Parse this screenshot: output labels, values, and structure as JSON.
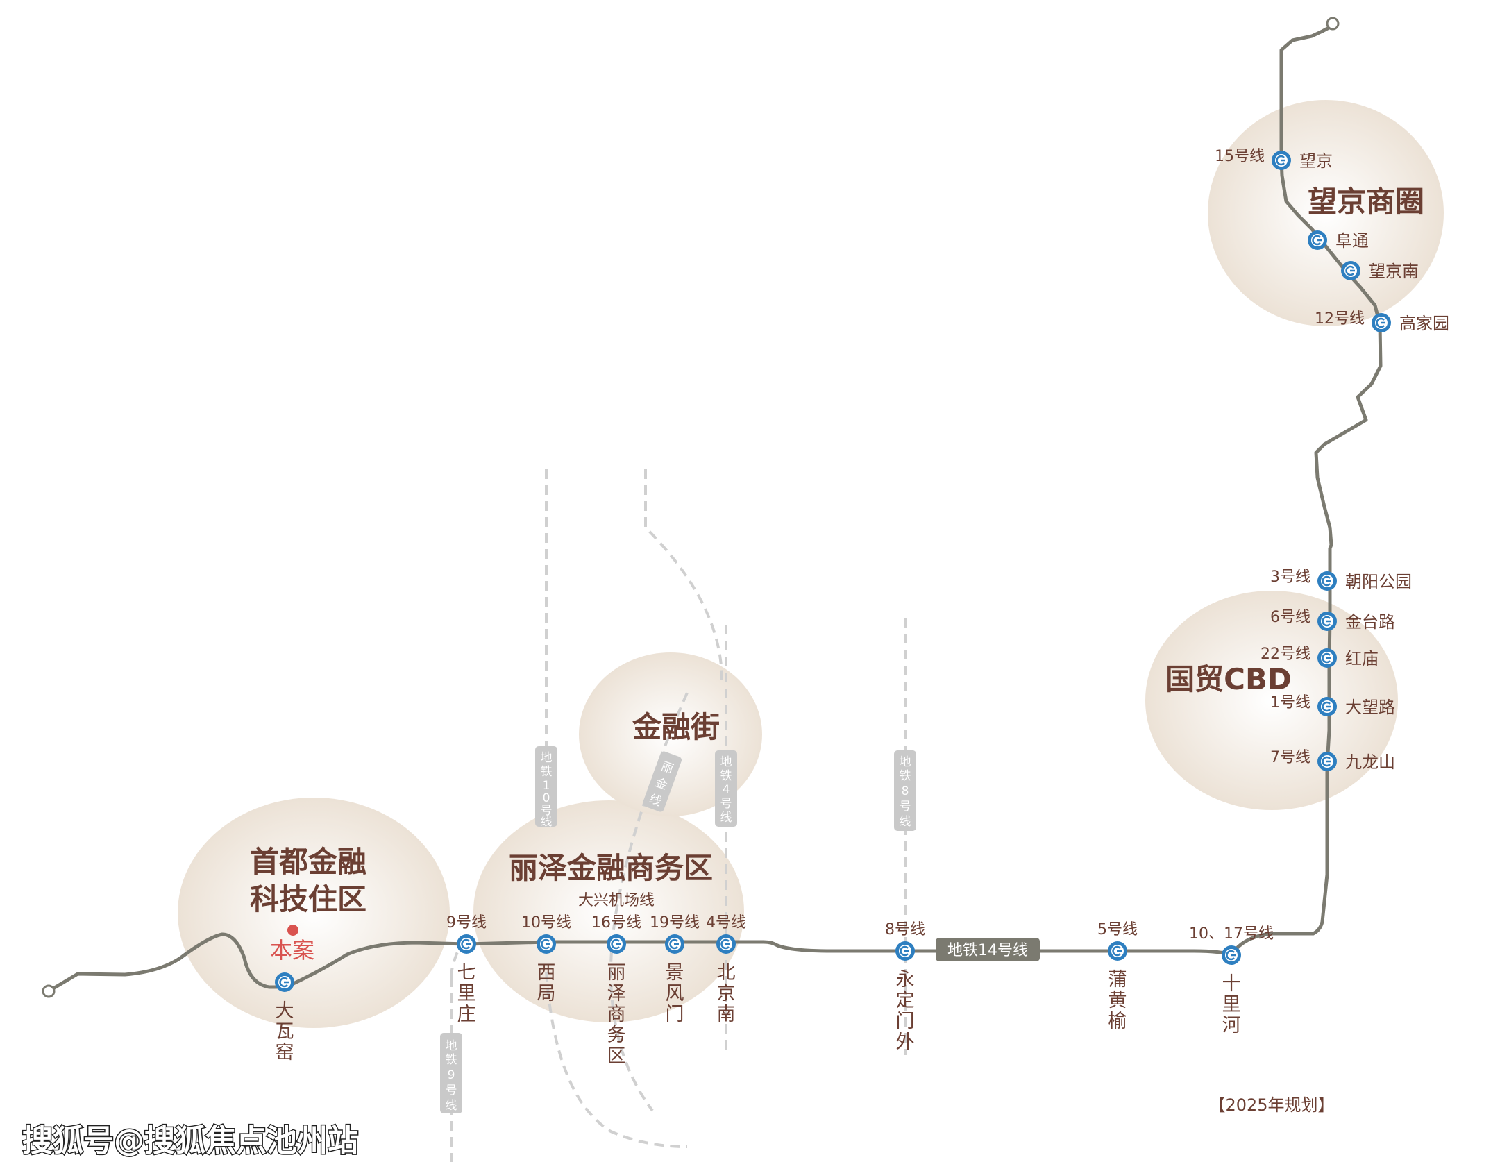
{
  "colors": {
    "main_line": "#7b7a70",
    "station": "#2e7fc0",
    "text": "#6b3f33",
    "highlight": "#d9534f",
    "area_bg": "#efe6dc",
    "dashed": "#d0d0d0",
    "tag_bg": "#c9c9c9",
    "main_tag_bg": "#7b7a70"
  },
  "icons": {
    "station": "subway-station-icon",
    "terminus": "line-end-circle-icon",
    "project": "project-location-dot-icon"
  },
  "areas": {
    "shoudu": [
      "首都金融",
      "科技住区"
    ],
    "lize": "丽泽金融商务区",
    "jinrong": "金融街",
    "guomao": "国贸CBD",
    "wangjing": "望京商圈"
  },
  "project_label": "本案",
  "main_line_label": "地铁14号线",
  "bottom_stations": [
    {
      "name": "大瓦窑",
      "line": ""
    },
    {
      "name": "七里庄",
      "line": "9号线"
    },
    {
      "name": "西局",
      "line": "10号线"
    },
    {
      "name": "丽泽商务区",
      "line": "16号线",
      "line2": "大兴机场线"
    },
    {
      "name": "景风门",
      "line": "19号线"
    },
    {
      "name": "北京南",
      "line": "4号线"
    },
    {
      "name": "永定门外",
      "line": "8号线"
    },
    {
      "name": "蒲黄榆",
      "line": "5号线"
    },
    {
      "name": "十里河",
      "line": "10、17号线"
    }
  ],
  "right_stations": [
    {
      "name": "望京",
      "line": "15号线"
    },
    {
      "name": "阜通",
      "line": ""
    },
    {
      "name": "望京南",
      "line": ""
    },
    {
      "name": "高家园",
      "line": "12号线"
    },
    {
      "name": "朝阳公园",
      "line": "3号线"
    },
    {
      "name": "金台路",
      "line": "6号线"
    },
    {
      "name": "红庙",
      "line": "22号线"
    },
    {
      "name": "大望路",
      "line": "1号线"
    },
    {
      "name": "九龙山",
      "line": "7号线"
    }
  ],
  "cross_lines": {
    "line10": "地铁10号线",
    "line4": "地铁4号线",
    "line8": "地铁8号线",
    "line9": "地铁9号线",
    "lijin": "丽金线"
  },
  "note": "【2025年规划】",
  "watermark": "搜狐号@搜狐焦点池州站"
}
